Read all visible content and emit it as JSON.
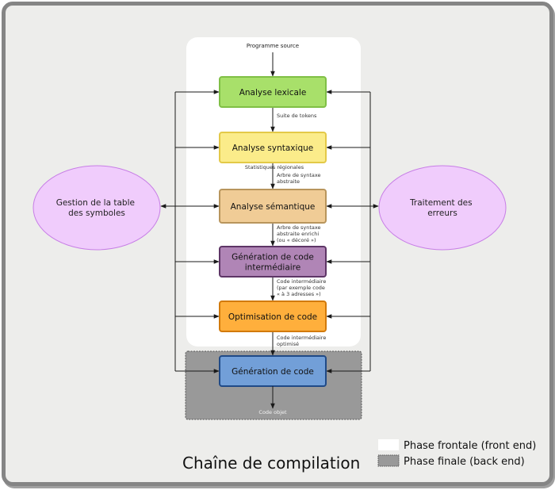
{
  "title": "Chaîne de compilation",
  "input_label": "Programme source",
  "output_label": "Code objet",
  "phases": [
    {
      "id": "lexical",
      "lines": [
        "Analyse lexicale"
      ],
      "fill": "#a8e06a",
      "stroke": "#7fbf45"
    },
    {
      "id": "syntaxique",
      "lines": [
        "Analyse syntaxique"
      ],
      "fill": "#fbec8a",
      "stroke": "#e3c948"
    },
    {
      "id": "semantique",
      "lines": [
        "Analyse sémantique"
      ],
      "fill": "#f0cc96",
      "stroke": "#b8955c"
    },
    {
      "id": "intermediaire",
      "lines": [
        "Génération de code",
        "intermédiaire"
      ],
      "fill": "#b085b6",
      "stroke": "#5e3566"
    },
    {
      "id": "optimisation",
      "lines": [
        "Optimisation de code"
      ],
      "fill": "#ffaf3c",
      "stroke": "#d27a0b"
    },
    {
      "id": "generation",
      "lines": [
        "Génération de code"
      ],
      "fill": "#729fd8",
      "stroke": "#204a87"
    }
  ],
  "edge_labels": [
    {
      "lines": [
        "Suite de tokens"
      ]
    },
    {
      "lines": [
        "Arbre de syntaxe",
        "abstraite"
      ],
      "extra": "Statistiques régionales"
    },
    {
      "lines": [
        "Arbre de syntaxe",
        "abstraite enrichi",
        "(ou « décoré »)"
      ]
    },
    {
      "lines": [
        "Code intermédiaire",
        "(par exemple code",
        "« à 3 adresses »)"
      ]
    },
    {
      "lines": [
        "Code intermédiaire",
        "optimisé"
      ]
    }
  ],
  "side_nodes": {
    "symbol_table": {
      "lines": [
        "Gestion de la table",
        "des symboles"
      ]
    },
    "error_handling": {
      "lines": [
        "Traitement des",
        "erreurs"
      ]
    },
    "fill": "#f0ccfc",
    "stroke": "#c77ee6"
  },
  "legend": [
    {
      "label": "Phase frontale (front end)",
      "fill": "#ffffff"
    },
    {
      "label": "Phase finale (back end)",
      "fill": "#999999"
    }
  ],
  "colors": {
    "frontend_bg": "#ffffff",
    "backend_bg": "#999999",
    "line": "#1a1a1a"
  }
}
